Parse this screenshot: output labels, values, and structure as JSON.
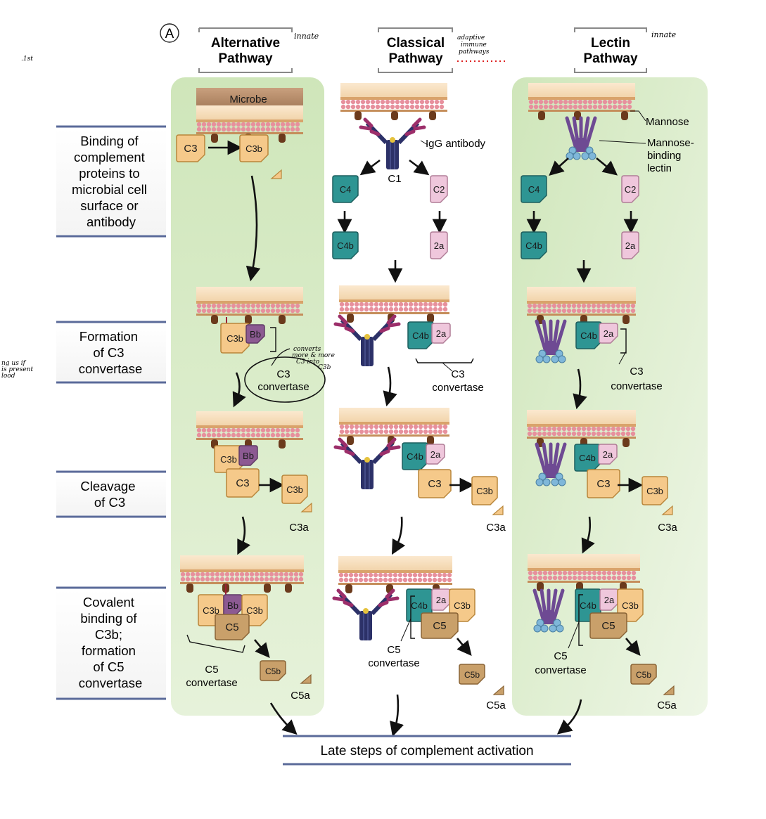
{
  "panel_label": "A",
  "pathways": [
    {
      "title_line1": "Alternative",
      "title_line2": "Pathway",
      "note": "innate"
    },
    {
      "title_line1": "Classical",
      "title_line2": "Pathway",
      "note_line1": "adaptive",
      "note_line2": "immune",
      "note_line3": "pathways"
    },
    {
      "title_line1": "Lectin",
      "title_line2": "Pathway",
      "note": "innate"
    }
  ],
  "steps": [
    {
      "lines": [
        "Binding of",
        "complement",
        "proteins to",
        "microbial cell",
        "surface or",
        "antibody"
      ]
    },
    {
      "lines": [
        "Formation",
        "of C3",
        "convertase"
      ]
    },
    {
      "lines": [
        "Cleavage",
        "of C3"
      ]
    },
    {
      "lines": [
        "Covalent",
        "binding of",
        "C3b;",
        "formation",
        "of C5",
        "convertase"
      ]
    }
  ],
  "labels": {
    "microbe": "Microbe",
    "igg_antibody": "IgG antibody",
    "c1": "C1",
    "mannose": "Mannose",
    "mbl_line1": "Mannose-",
    "mbl_line2": "binding",
    "mbl_line3": "lectin",
    "c3_conv_line1": "C3",
    "c3_conv_line2": "convertase",
    "c5_conv_line1": "C5",
    "c5_conv_line2": "convertase",
    "c3a": "C3a",
    "c5a": "C5a",
    "late_steps": "Late steps of complement activation"
  },
  "proteins": {
    "c3": "C3",
    "c3b": "C3b",
    "bb": "Bb",
    "c4": "C4",
    "c4b": "C4b",
    "c2": "C2",
    "c2a": "2a",
    "c5": "C5",
    "c5b": "C5b"
  },
  "annotations": {
    "top_left_mark": ".1st",
    "convert_line1": "converts",
    "convert_line2": "more & more",
    "convert_line3": "C3 into",
    "convert_line4": "C3b",
    "side_line1": "ng us if",
    "side_line2": "is present",
    "side_line3": "lood"
  },
  "colors": {
    "panel_green": "#d7ebc4",
    "c3_fill": "#f5c98a",
    "c3_stroke": "#b9863a",
    "c4_fill": "#2e9593",
    "c4_stroke": "#1d5f5e",
    "c2_fill": "#efc7dc",
    "c2_stroke": "#b07d97",
    "bb_fill": "#8c5a92",
    "c5_fill": "#c9a06a",
    "c5_stroke": "#8a6436",
    "membrane_top": "#f6dcb8",
    "membrane_pink": "#e7909d",
    "microbe_brown": "#b78f6e",
    "antibody_navy": "#2c3168",
    "antibody_magenta": "#9c2e6a",
    "lectin_purple": "#6e4a93"
  }
}
